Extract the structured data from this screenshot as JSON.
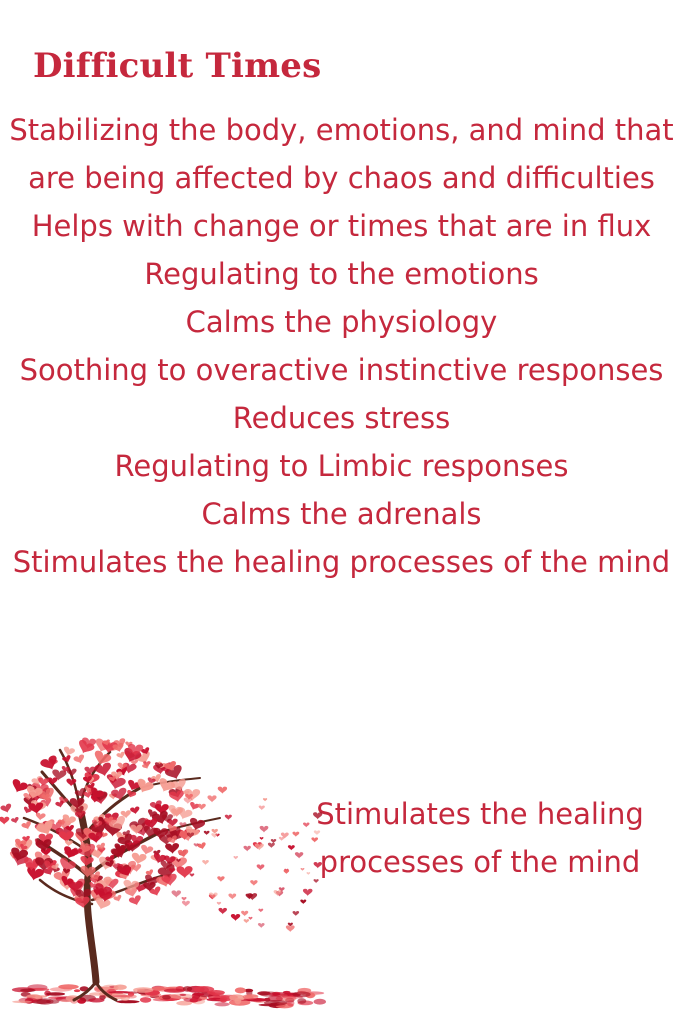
{
  "title": "Difficult Times",
  "items": [
    "Stabilizing the body, emotions, and mind that are being affected by chaos and difficulties",
    "Helps with change or times that are in flux",
    "Regulating to the emotions",
    "Calms the physiology",
    "Soothing to overactive instinctive responses",
    "Reduces stress",
    "Regulating to Limbic responses",
    "Calms the adrenals",
    "Stimulates the healing processes of the mind"
  ],
  "side_text": "Stimulates the healing processes of the mind",
  "illustration": "heart-tree-illustration",
  "colors": {
    "text": "#c5283d",
    "trunk": "#5a2a1e",
    "hearts": [
      "#c8102e",
      "#e2364a",
      "#f06a6a",
      "#f59a8f",
      "#a60d22"
    ]
  }
}
